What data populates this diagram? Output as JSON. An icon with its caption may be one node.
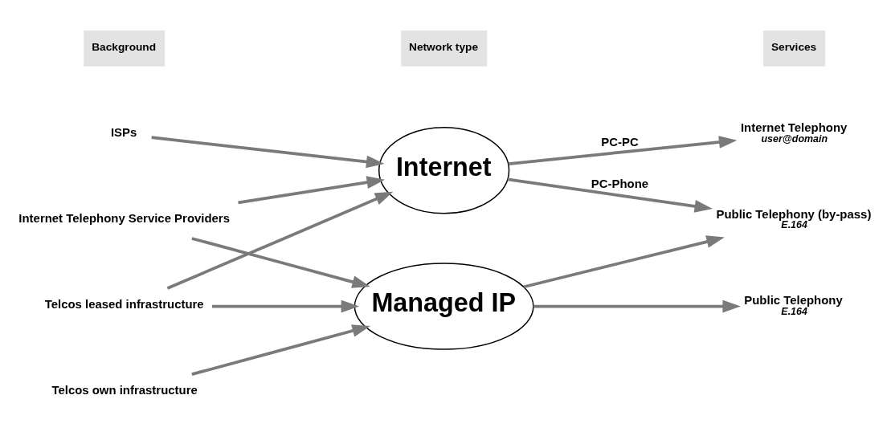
{
  "diagram": {
    "nodes": [
      {
        "text": [
          "Background"
        ]
      },
      {
        "text": [
          "Network type"
        ]
      },
      {
        "text": [
          "Services"
        ]
      },
      {
        "text": [
          "ISPs"
        ]
      },
      {
        "text": [
          "Internet"
        ]
      },
      {
        "text": [
          "Internet Telephony"
        ],
        "beside": [
          "user@domain"
        ]
      },
      {
        "text": [
          "Internet Telephony Service Providers"
        ]
      },
      {
        "text": [
          "Public Telephony (by-pass)"
        ],
        "beside": [
          "E.164"
        ]
      },
      {
        "text": [
          "Telcos leased infrastructure"
        ]
      },
      {
        "text": [
          "Managed IP"
        ]
      },
      {
        "text": [
          "Telcos own infrastructure"
        ]
      },
      {
        "text": [
          "Public Telephony"
        ],
        "beside": [
          "E.164"
        ]
      }
    ],
    "edges": [
      {
        "from": 3,
        "to": 4,
        "arrow": "to"
      },
      {
        "from": 6,
        "to": 4,
        "arrow": "to"
      },
      {
        "from": 6,
        "to": 9,
        "arrow": "to"
      },
      {
        "from": 8,
        "to": 4,
        "arrow": "to"
      },
      {
        "from": 8,
        "to": 9,
        "arrow": "to"
      },
      {
        "from": 10,
        "to": 9,
        "arrow": "to"
      },
      {
        "from": 4,
        "to": 5,
        "arrow": "to",
        "label": "PC-PC"
      },
      {
        "from": 4,
        "to": 7,
        "arrow": "to",
        "label": "PC-Phone"
      },
      {
        "from": 9,
        "to": 7,
        "arrow": "to"
      },
      {
        "from": 9,
        "to": 11,
        "arrow": "to"
      }
    ]
  }
}
